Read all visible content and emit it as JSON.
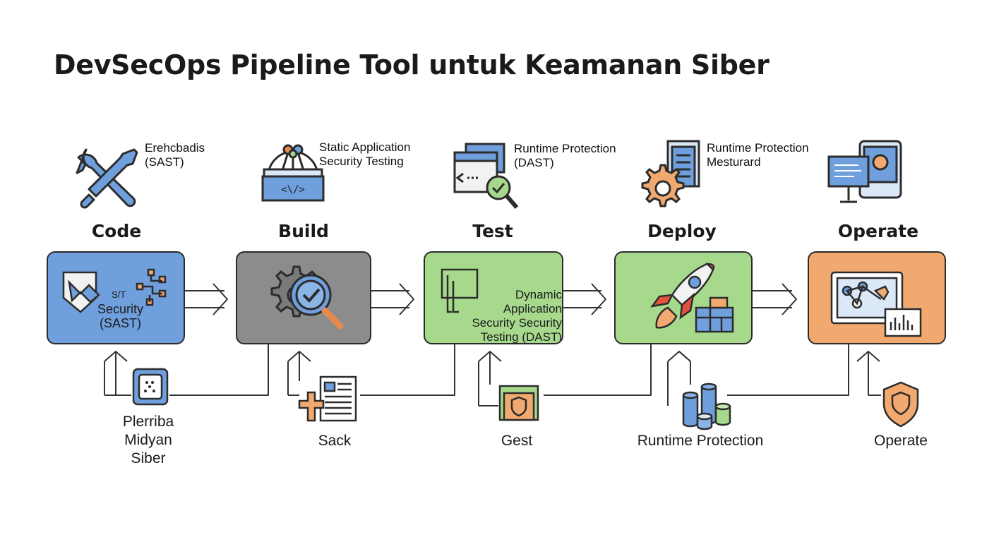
{
  "title": "DevSecOps Pipeline Tool untuk Keamanan Siber",
  "stages": [
    {
      "label": "Code",
      "top_caption": "Erehcbadis\n(SAST)",
      "box_text": "Security\n(SAST)",
      "box_small": "S/T",
      "bottom_caption": "Plerriba\nMidyan\nSiber",
      "color": "#6f9fdc"
    },
    {
      "label": "Build",
      "top_caption": "Static Application\nSecurity Testing",
      "box_text": "",
      "bottom_caption": "Sack",
      "color": "#8c8c8c"
    },
    {
      "label": "Test",
      "top_caption": "Runtime Protection\n(DAST)",
      "box_text": "Dynamic Application\nSecurity Security\nTesting (DAST)",
      "bottom_caption": "Gest",
      "color": "#a7d98d"
    },
    {
      "label": "Deploy",
      "top_caption": "Runtime Protection\nMesturard",
      "box_text": "",
      "bottom_caption": "Runtime Protection",
      "color": "#a7d98d"
    },
    {
      "label": "Operate",
      "top_caption": "",
      "box_text": "",
      "bottom_caption": "Operate",
      "color": "#f1a96f"
    }
  ],
  "icons": [
    "wrench-icon",
    "build-tools-icon",
    "test-window-icon",
    "gear-docs-icon",
    "monitor-profile-icon",
    "shield-icon",
    "rocket-icon",
    "magnifier-check-icon"
  ]
}
